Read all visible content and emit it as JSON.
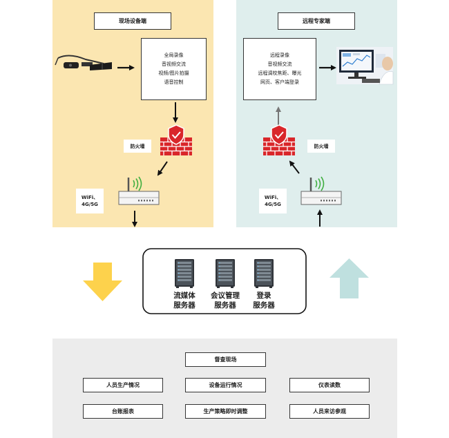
{
  "left": {
    "title": "现场设备端",
    "features": [
      "全局录像",
      "音视频交流",
      "视频/图片拍摄",
      "语音控制"
    ],
    "firewall_label": "防火墙",
    "network_label_line1": "WiFi、",
    "network_label_line2": "4G/5G"
  },
  "right": {
    "title": "远程专家端",
    "features": [
      "远程录像",
      "音视频交流",
      "远程调校焦距、曝光",
      "网页、客户端登录"
    ],
    "firewall_label": "防火墙",
    "network_label_line1": "WiFi、",
    "network_label_line2": "4G/5G"
  },
  "servers": [
    {
      "line1": "流媒体",
      "line2": "服务器"
    },
    {
      "line1": "会议管理",
      "line2": "服务器"
    },
    {
      "line1": "登录",
      "line2": "服务器"
    }
  ],
  "bottom": {
    "title": "督查现场",
    "items": [
      "人员生产情况",
      "设备运行情况",
      "仪表读数",
      "台账报表",
      "生产策略即时调整",
      "人员来访参观"
    ]
  },
  "colors": {
    "left_panel": "#fbe6b1",
    "right_panel": "#dfeeed",
    "bottom_panel": "#ececec",
    "firewall": "#d9262a",
    "down_arrow": "#fdd24c",
    "up_arrow": "#bfe0df",
    "wifi_signal": "#3fae3f"
  }
}
